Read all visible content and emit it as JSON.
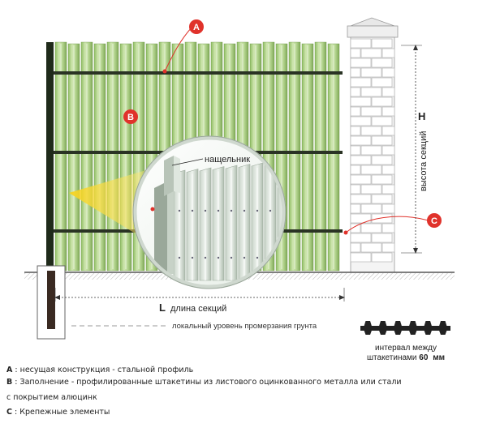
{
  "markers": {
    "a": "A",
    "b": "B",
    "c": "C"
  },
  "labels": {
    "cover_strip": "нащельник",
    "height_letter": "H",
    "height_text": "высота секций",
    "length_letter": "L",
    "length_text": "длина секций",
    "frost_line": "локальный уровень промерзания грунта",
    "interval_line1": "интервал между",
    "interval_line2_prefix": "штакетинами",
    "interval_value": "60",
    "interval_unit": "мм"
  },
  "legend": [
    {
      "letter": "А",
      "text": ": несущая конструкция - стальной профиль"
    },
    {
      "letter": "В",
      "text": ": Заполнение - профилированные штакетины из листового оцинкованного металла или стали"
    },
    {
      "letter": "",
      "text": "с покрытием алюцинк"
    },
    {
      "letter": "С",
      "text": ": Крепежные элементы"
    }
  ],
  "colors": {
    "picket_light": "#cfe6b0",
    "picket_mid": "#a9cf82",
    "picket_dark": "#7fae57",
    "post": "#1f2a1a",
    "marker_red": "#e0322b",
    "brick": "#f2f2f2",
    "ground": "#555555",
    "callout_yellow": "#f4c400"
  }
}
